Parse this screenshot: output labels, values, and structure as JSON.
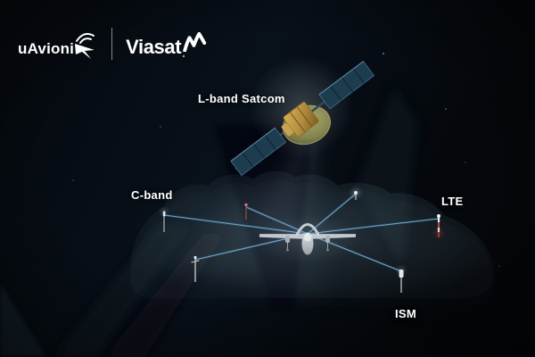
{
  "brand_bar": {
    "uavionix_text": "uAvioni",
    "uavionix_icon": "airplane-with-signal-arcs-icon",
    "viasat_text": "Viasat",
    "viasat_icon": "viasat-m-swoosh-icon"
  },
  "labels": {
    "satcom": "L-band Satcom",
    "c_band": "C-band",
    "lte": "LTE",
    "ism": "ISM"
  },
  "diagram": {
    "type": "uav-connectivity-diagram",
    "center_node": "fixed-wing UAV drone inside network cloud outline",
    "nodes": [
      {
        "id": "satellite",
        "label": "L-band Satcom",
        "icon": "geostationary-satellite-icon"
      },
      {
        "id": "cband-antenna",
        "label": "C-band",
        "icon": "ground-antenna-icon"
      },
      {
        "id": "lte-tower",
        "label": "LTE",
        "icon": "cell-tower-icon"
      },
      {
        "id": "ism-antenna",
        "label": "ISM",
        "icon": "ground-antenna-icon"
      },
      {
        "id": "relay-mast-upper",
        "label": "",
        "icon": "small-mast-icon"
      },
      {
        "id": "relay-antenna-top",
        "label": "",
        "icon": "small-antenna-icon"
      },
      {
        "id": "relay-mast-lower-left",
        "label": "",
        "icon": "small-mast-icon"
      }
    ],
    "link_count": 7
  },
  "colors": {
    "background": "#05090e",
    "cloud_outline_bright": "#cfeefa",
    "cloud_outline_dim": "#4e7186",
    "beam_blue": "#6fb3dd",
    "label_text": "#ffffff",
    "satellite_body_gold": "#c9a04a",
    "satellite_dish_olive": "#8f9058",
    "satellite_panel_teal": "#1d3c4e",
    "drone_gray": "#c2c8ce",
    "lte_tower_red": "#b44a40"
  }
}
